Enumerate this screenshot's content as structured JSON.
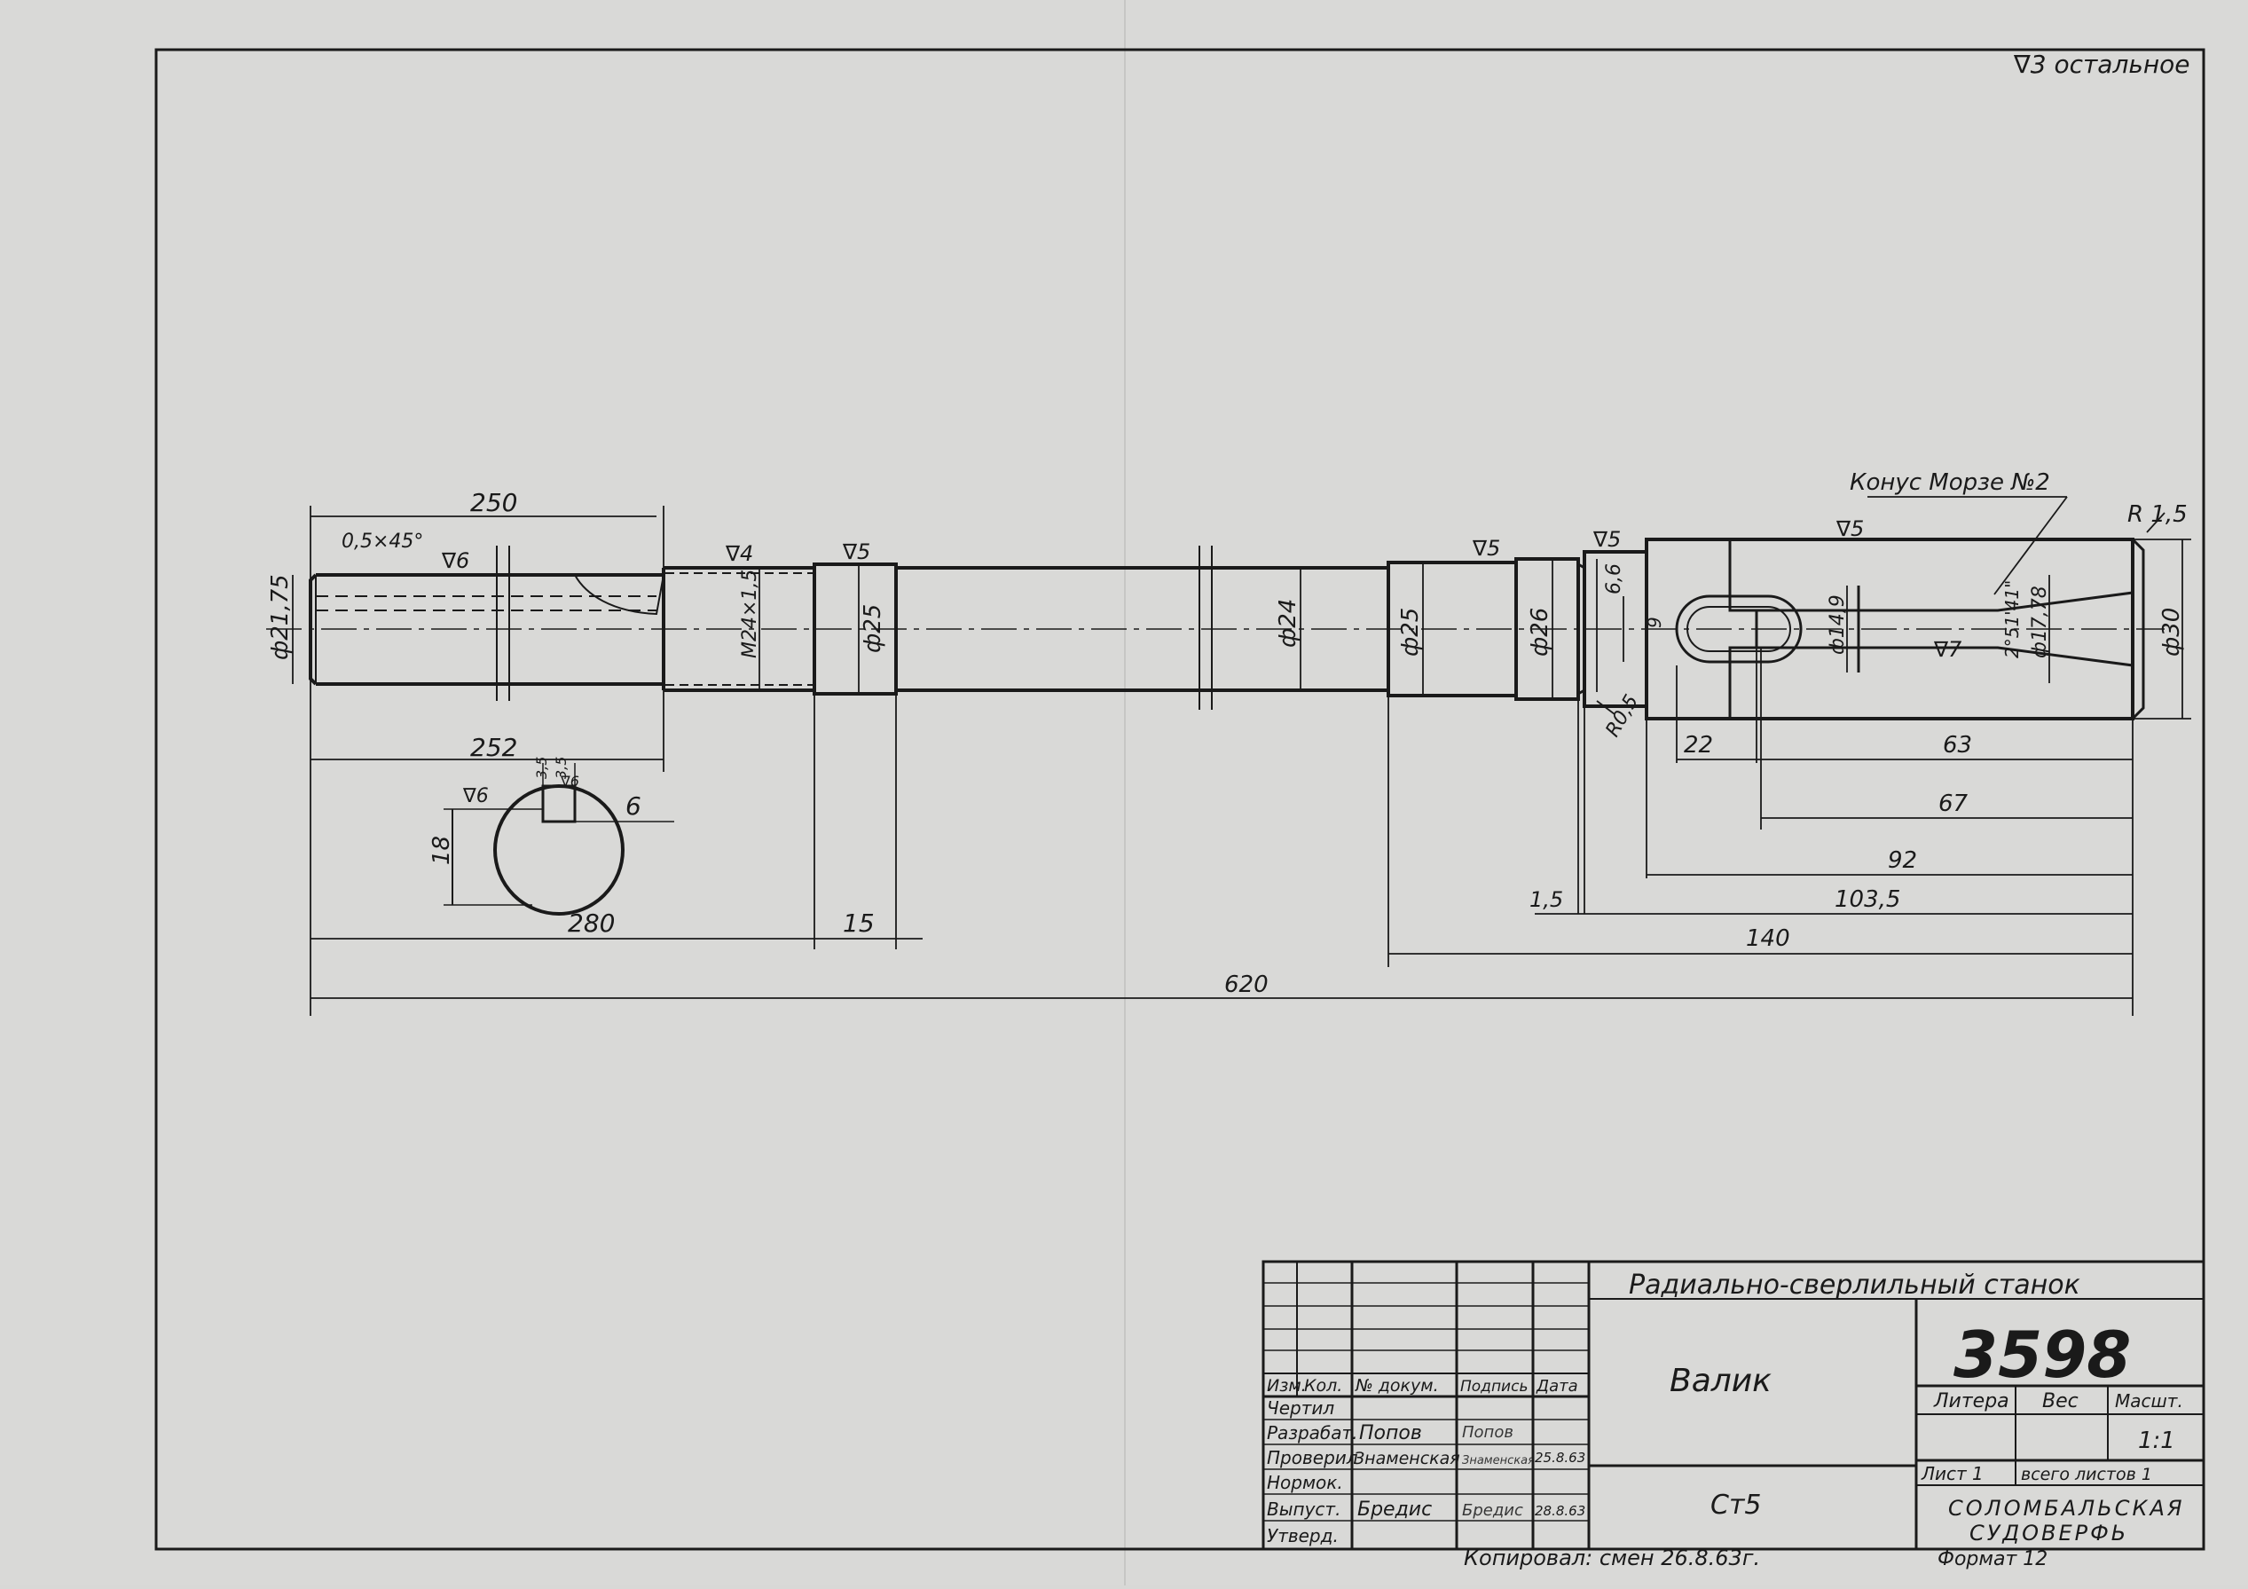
{
  "roughness_note": "∇3 остальное",
  "dimensions": {
    "d250": "250",
    "chamfer": "0,5×45°",
    "r6a": "∇6",
    "r4": "∇4",
    "r5a": "∇5",
    "r5b": "∇5",
    "r5c": "∇5",
    "r5d": "∇5",
    "r7": "∇7",
    "r6b": "∇6",
    "r6c": "∇6",
    "cone": "Конус Морзе №2",
    "radius15": "R 1,5",
    "d2175": "ф21,75",
    "m24": "М24×1,5",
    "d25a": "ф25",
    "d24": "ф24",
    "d25b": "ф25",
    "d26": "ф26",
    "d66": "6,6",
    "d9": "9",
    "d149": "ф14,9",
    "angle": "2°51'41\"",
    "d1778": "ф17,78",
    "d30": "ф30",
    "r05": "R0,5",
    "d252": "252",
    "d6": "6",
    "d18": "18",
    "d35a": "3,5",
    "d35b": "3,5",
    "d280": "280",
    "d15": "15",
    "d22": "22",
    "d63": "63",
    "d67": "67",
    "d92": "92",
    "d15b": "1,5",
    "d1035": "103,5",
    "d140": "140",
    "d620": "620"
  },
  "title_block": {
    "machine": "Радиально-сверлильный станок",
    "part_name": "Валик",
    "drawing_number": "3598",
    "material": "Ст5",
    "headers": {
      "izm": "Изм.",
      "kol": "Кол.",
      "doc": "№ докум.",
      "sign": "Подпись",
      "date": "Дата"
    },
    "roles": [
      "Чертил",
      "Разрабат.",
      "Проверил",
      "Нормок.",
      "Выпуст.",
      "Утверд."
    ],
    "names": [
      "Попов",
      "Знаменская",
      "Бредис"
    ],
    "signatures": [
      "Попов",
      "Знаменская",
      "Бредис"
    ],
    "dates": [
      "25.8.63",
      "28.8.63"
    ],
    "litera": "Литера",
    "ves": "Вес",
    "masht": "Масшт.",
    "scale": "1:1",
    "sheet": "Лист 1",
    "sheets_total": "всего листов 1",
    "org_line1": "СОЛОМБАЛЬСКАЯ",
    "org_line2": "СУДОВЕРФЬ",
    "copied": "Копировал: смен 26.8.63г.",
    "format": "Формат 12"
  }
}
